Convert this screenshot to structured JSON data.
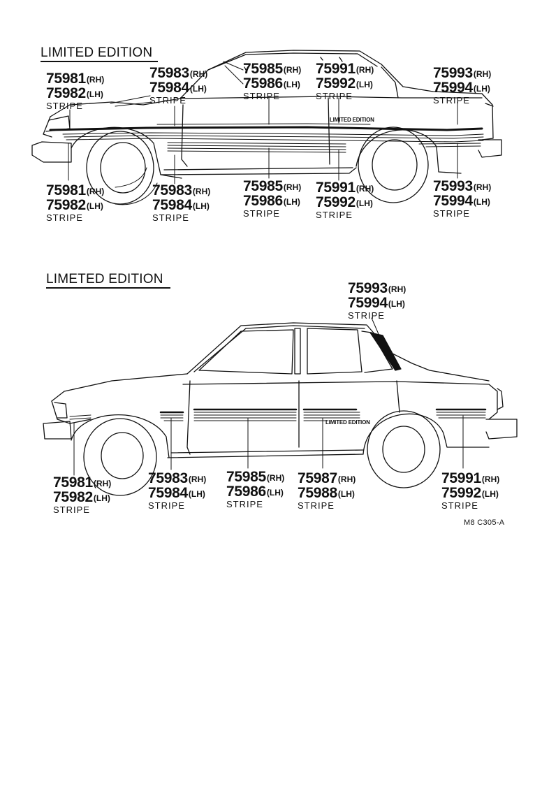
{
  "top": {
    "title": "LIMITED EDITION",
    "badge": "LIMITED EDITION",
    "labels": [
      {
        "n1": "75981",
        "s1": "(RH)",
        "n2": "75982",
        "s2": "(LH)",
        "t": "STRIPE"
      },
      {
        "n1": "75983",
        "s1": "(RH)",
        "n2": "75984",
        "s2": "(LH)",
        "t": "STRIPE"
      },
      {
        "n1": "75985",
        "s1": "(RH)",
        "n2": "75986",
        "s2": "(LH)",
        "t": "STRIPE"
      },
      {
        "n1": "75991",
        "s1": "(RH)",
        "n2": "75992",
        "s2": "(LH)",
        "t": "STRIPE"
      },
      {
        "n1": "75993",
        "s1": "(RH)",
        "n2": "75994",
        "s2": "(LH)",
        "t": "STRIPE"
      },
      {
        "n1": "75981",
        "s1": "(RH)",
        "n2": "75982",
        "s2": "(LH)",
        "t": "STRIPE"
      },
      {
        "n1": "75983",
        "s1": "(RH)",
        "n2": "75984",
        "s2": "(LH)",
        "t": "STRIPE"
      },
      {
        "n1": "75985",
        "s1": "(RH)",
        "n2": "75986",
        "s2": "(LH)",
        "t": "STRIPE"
      },
      {
        "n1": "75991",
        "s1": "(RH)",
        "n2": "75992",
        "s2": "(LH)",
        "t": "STRIPE"
      },
      {
        "n1": "75993",
        "s1": "(RH)",
        "n2": "75994",
        "s2": "(LH)",
        "t": "STRIPE"
      }
    ]
  },
  "bottom": {
    "title": "LIMETED EDITION",
    "badge": "LIMITED EDITION",
    "labels": [
      {
        "n1": "75993",
        "s1": "(RH)",
        "n2": "75994",
        "s2": "(LH)",
        "t": "STRIPE"
      },
      {
        "n1": "75981",
        "s1": "(RH)",
        "n2": "75982",
        "s2": "(LH)",
        "t": "STRIPE"
      },
      {
        "n1": "75983",
        "s1": "(RH)",
        "n2": "75984",
        "s2": "(LH)",
        "t": "STRIPE"
      },
      {
        "n1": "75985",
        "s1": "(RH)",
        "n2": "75986",
        "s2": "(LH)",
        "t": "STRIPE"
      },
      {
        "n1": "75987",
        "s1": "(RH)",
        "n2": "75988",
        "s2": "(LH)",
        "t": "STRIPE"
      },
      {
        "n1": "75991",
        "s1": "(RH)",
        "n2": "75992",
        "s2": "(LH)",
        "t": "STRIPE"
      }
    ]
  },
  "figure_code": "M8 C305-A"
}
